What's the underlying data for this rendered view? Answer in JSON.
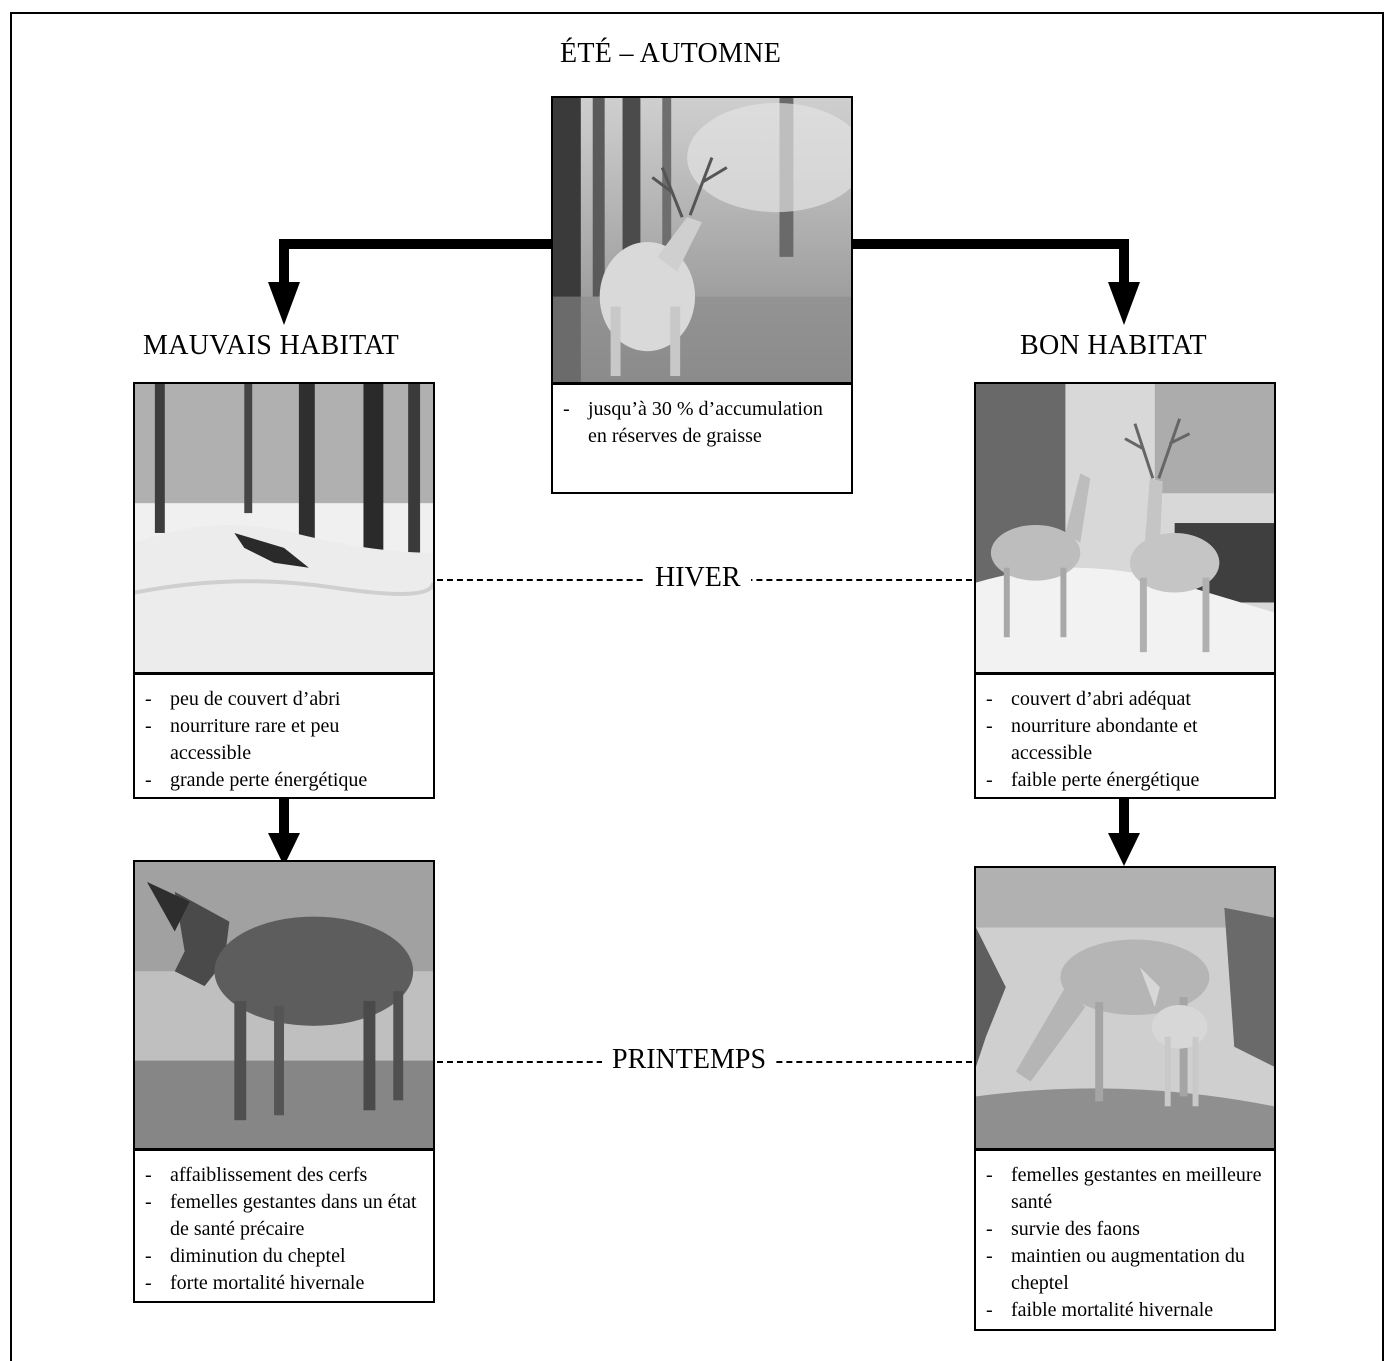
{
  "top": {
    "heading": "ÉTÉ – AUTOMNE",
    "bullets": [
      "jusqu’à 30 % d’accumulation en réserves de graisse"
    ]
  },
  "left": {
    "heading": "MAUVAIS HABITAT",
    "winter_bullets": [
      "peu de couvert d’abri",
      "nourriture rare et peu accessible",
      "grande perte énergétique"
    ],
    "spring_bullets": [
      "affaiblissement des cerfs",
      "femelles gestantes dans un état de santé précaire",
      "diminution du cheptel",
      "forte mortalité hivernale"
    ]
  },
  "right": {
    "heading": "BON HABITAT",
    "winter_bullets": [
      "couvert d’abri adéquat",
      "nourriture abondante et accessible",
      "faible perte énergétique"
    ],
    "spring_bullets": [
      "femelles gestantes en meilleure santé",
      "survie des faons",
      "maintien ou augmentation du cheptel",
      "faible mortalité hivernale"
    ]
  },
  "seasons": {
    "winter": "HIVER",
    "spring": "PRINTEMPS"
  },
  "images": {
    "summer_buck": "deer-in-summer-forest-photo",
    "poor_winter": "deer-in-deep-snow-photo",
    "good_winter": "deer-pair-in-sheltered-snow-photo",
    "poor_spring": "thin-doe-in-spring-photo",
    "good_spring": "doe-and-fawn-drinking-photo"
  }
}
